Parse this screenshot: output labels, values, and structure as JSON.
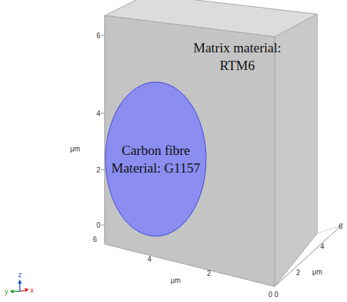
{
  "diagram": {
    "nodes": [
      {
        "text": [
          "Matrix material: RTM6"
        ]
      },
      {
        "text": [
          "Carbon fibre Material: G1157"
        ],
        "in": 0
      }
    ],
    "labels": [
      "6",
      "4",
      "2",
      "0",
      "μm",
      "6",
      "4",
      "2",
      "μm",
      "0 0",
      "2",
      "4",
      "6",
      "μm",
      "y",
      "z",
      "x"
    ]
  }
}
